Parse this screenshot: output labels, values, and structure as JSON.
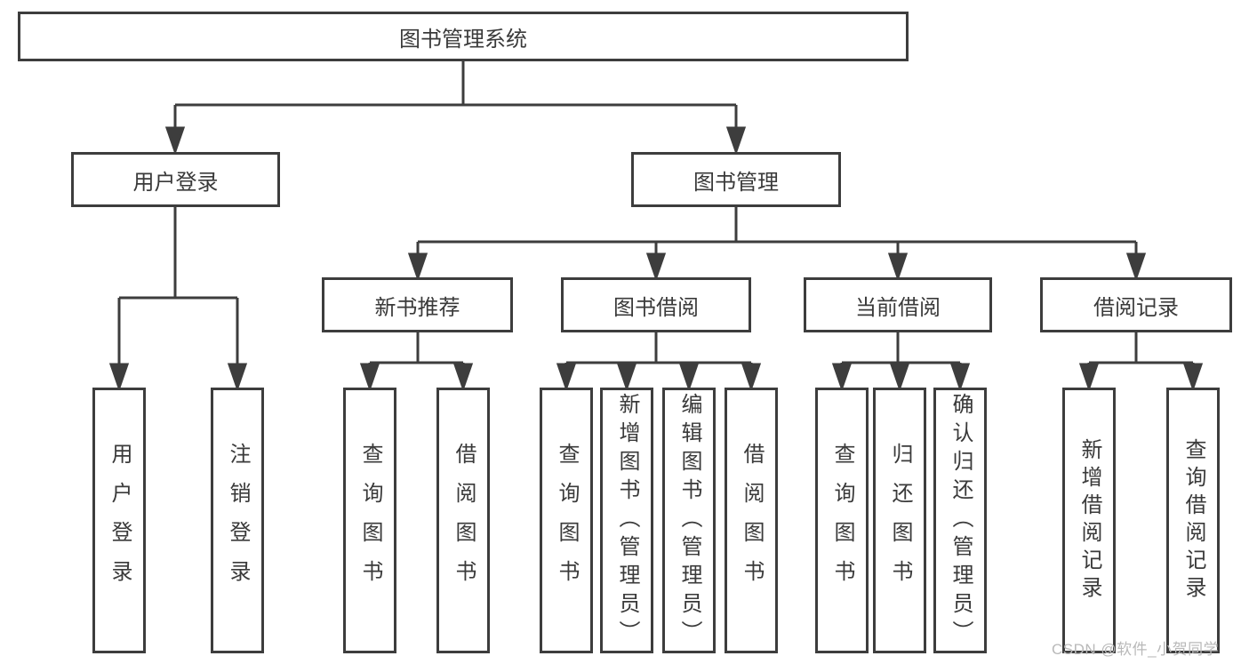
{
  "root": {
    "label": "图书管理系统"
  },
  "branches": [
    {
      "label": "用户登录",
      "leaves": [
        "用户登录",
        "注销登录"
      ]
    },
    {
      "label": "图书管理",
      "sections": [
        {
          "label": "新书推荐",
          "leaves": [
            "查询图书",
            "借阅图书"
          ]
        },
        {
          "label": "图书借阅",
          "leaves": [
            "查询图书",
            "新增图书（管理员）",
            "编辑图书（管理员）",
            "借阅图书"
          ]
        },
        {
          "label": "当前借阅",
          "leaves": [
            "查询图书",
            "归还图书",
            "确认归还（管理员）"
          ]
        },
        {
          "label": "借阅记录",
          "leaves": [
            "新增借阅记录",
            "查询借阅记录"
          ]
        }
      ]
    }
  ],
  "watermark": "CSDN @软件_小贺同学",
  "colors": {
    "line": "#3d3d3d",
    "text": "#3a3a3a",
    "box_fill": "#ffffff",
    "watermark": "#b9b9b9",
    "background": "#ffffff"
  }
}
